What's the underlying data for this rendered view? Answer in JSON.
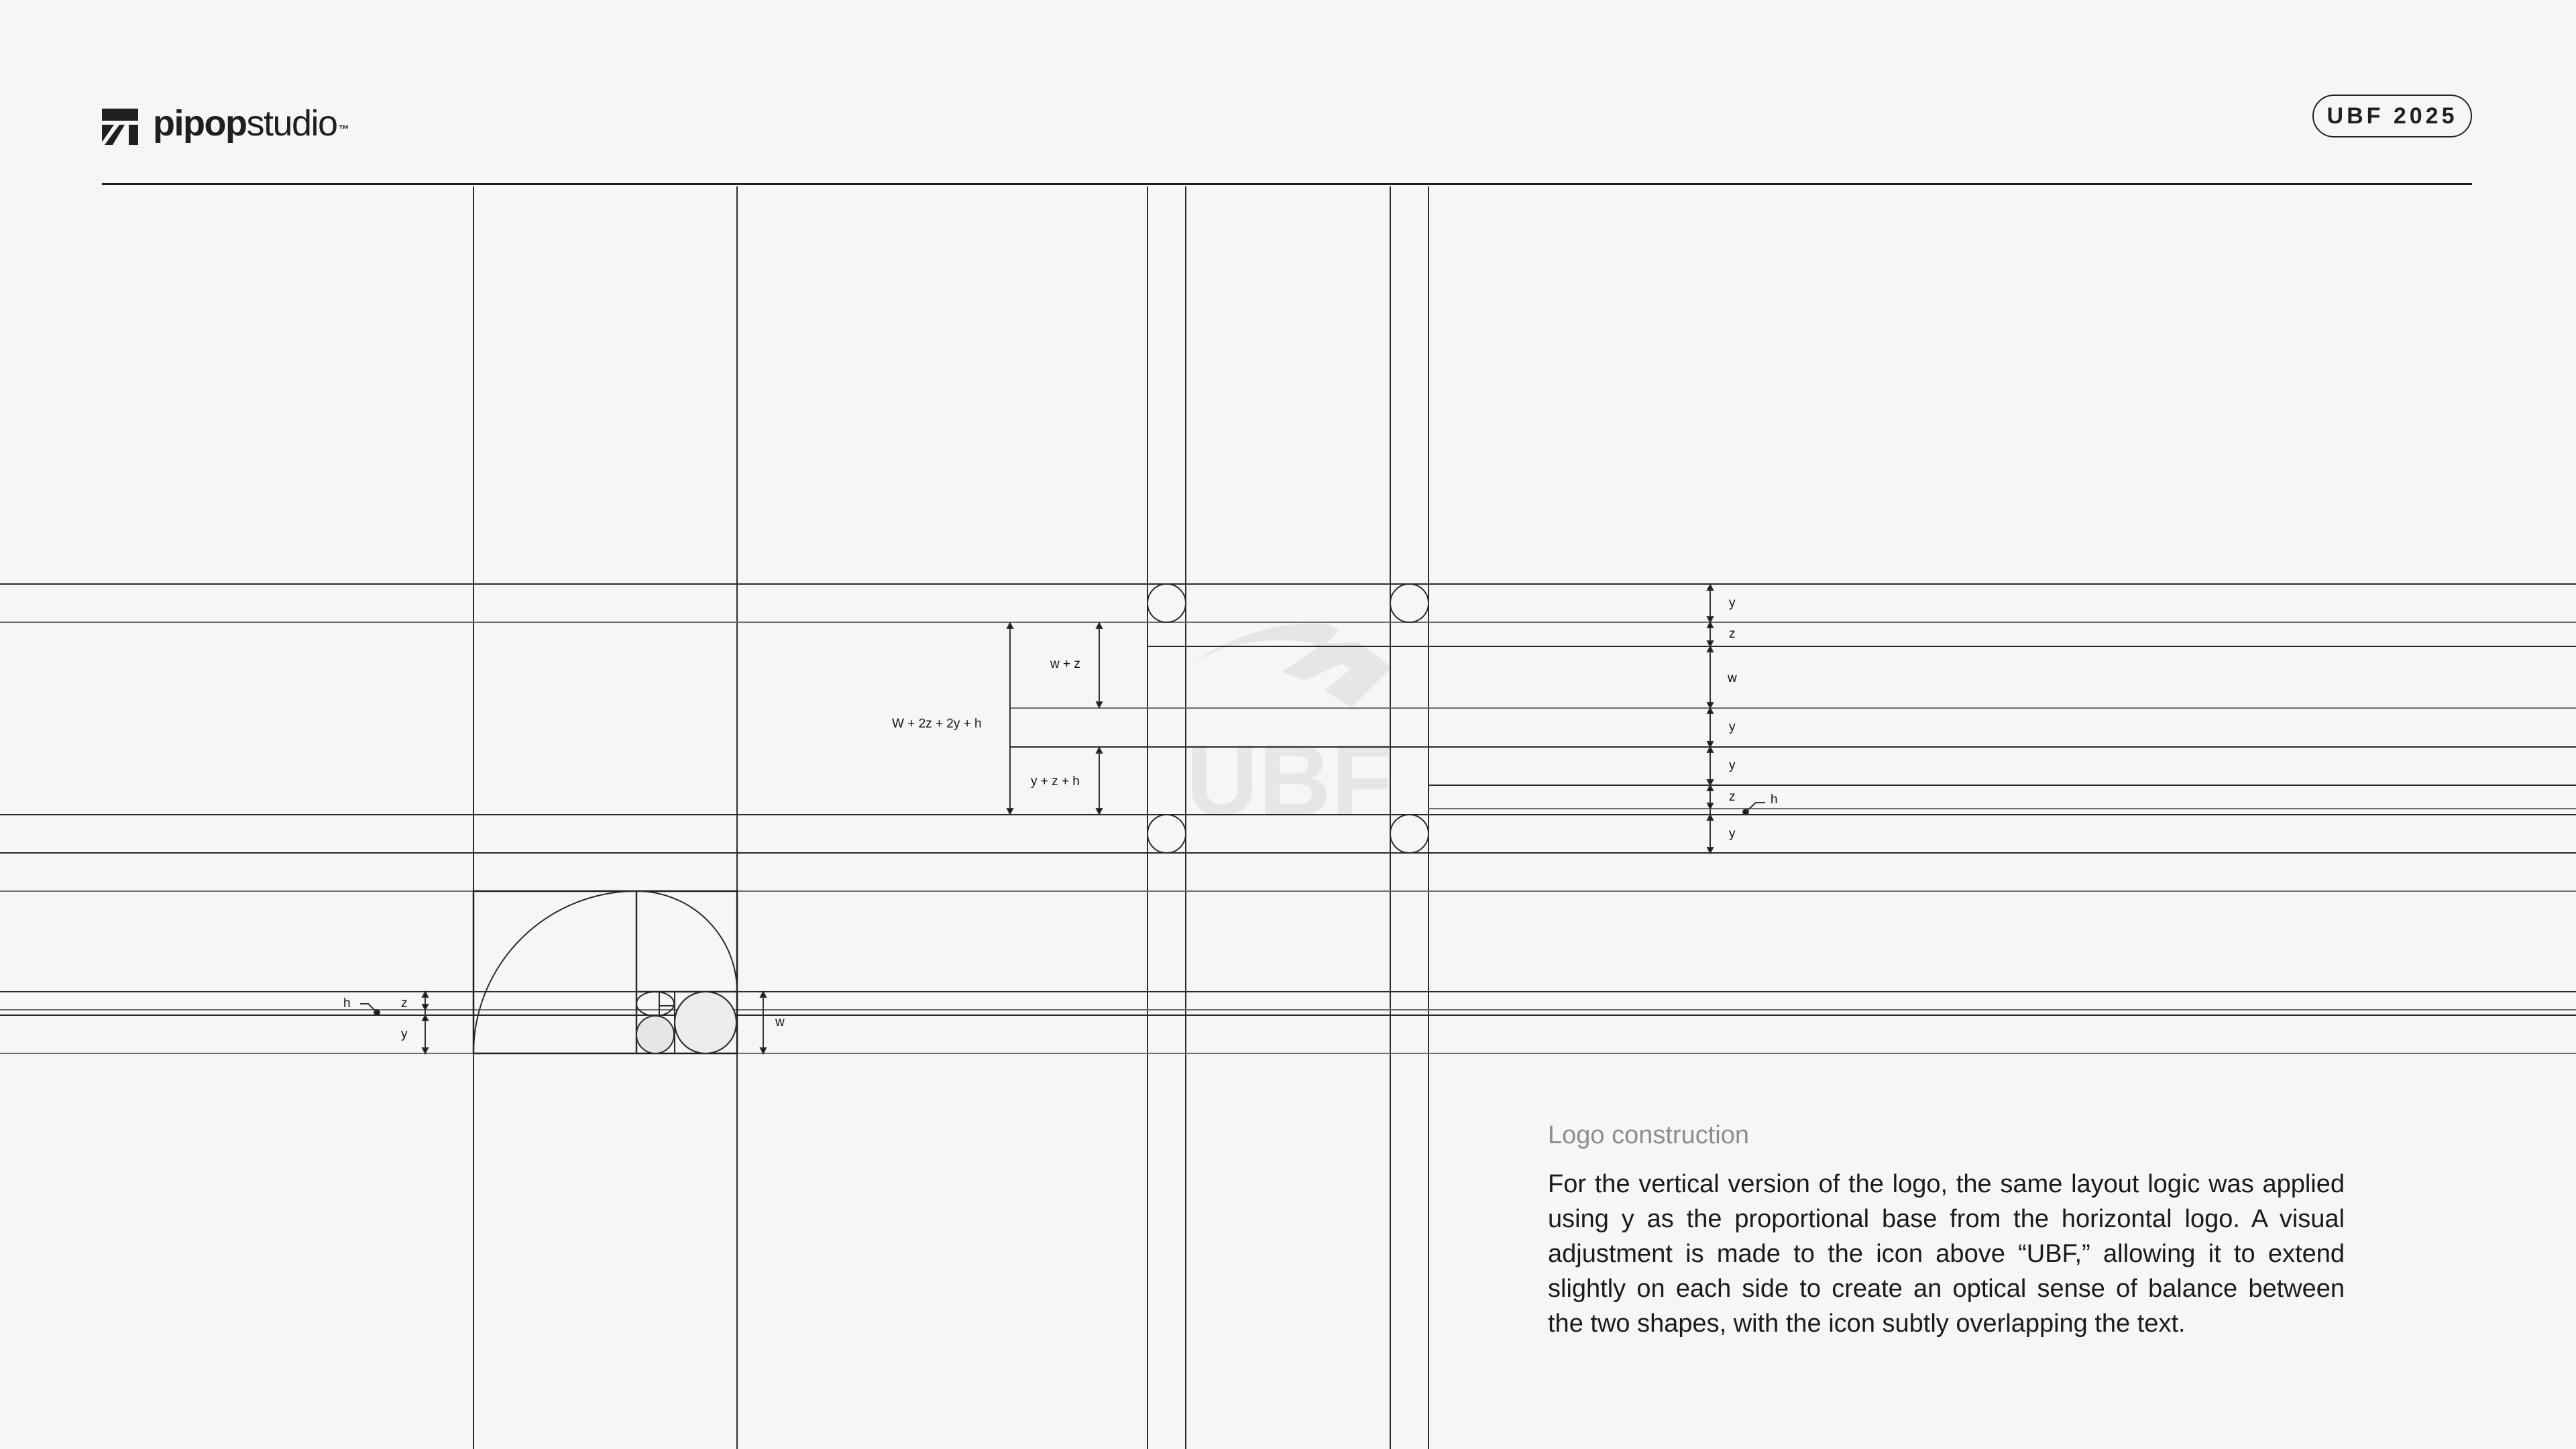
{
  "header": {
    "brand_bold": "pipop",
    "brand_light": "studio",
    "brand_tm": "™",
    "badge": "UBF 2025"
  },
  "diagram": {
    "watermark_text": "UBF",
    "left_dimensions": {
      "total": "W + 2z + 2y + h",
      "upper": "w + z",
      "lower": "y + z + h"
    },
    "right_dimensions": [
      "y",
      "z",
      "w",
      "y",
      "y",
      "z",
      "h",
      "y"
    ],
    "golden_ratio_labels": {
      "h": "h",
      "z": "z",
      "y": "y",
      "w": "w"
    }
  },
  "description": {
    "title": "Logo construction",
    "body": "For the vertical version of the logo, the same layout logic was applied using y as the proportional base from the horizontal logo. A visual adjustment is made to the icon above “UBF,” allowing it to extend slightly on each side to create an optical sense of balance between the two shapes, with the icon subtly overlapping the text."
  },
  "colors": {
    "background": "#f6f6f6",
    "line": "#1d1d1d",
    "watermark": "#e6e6e6",
    "muted_text": "#8d8d8d"
  }
}
